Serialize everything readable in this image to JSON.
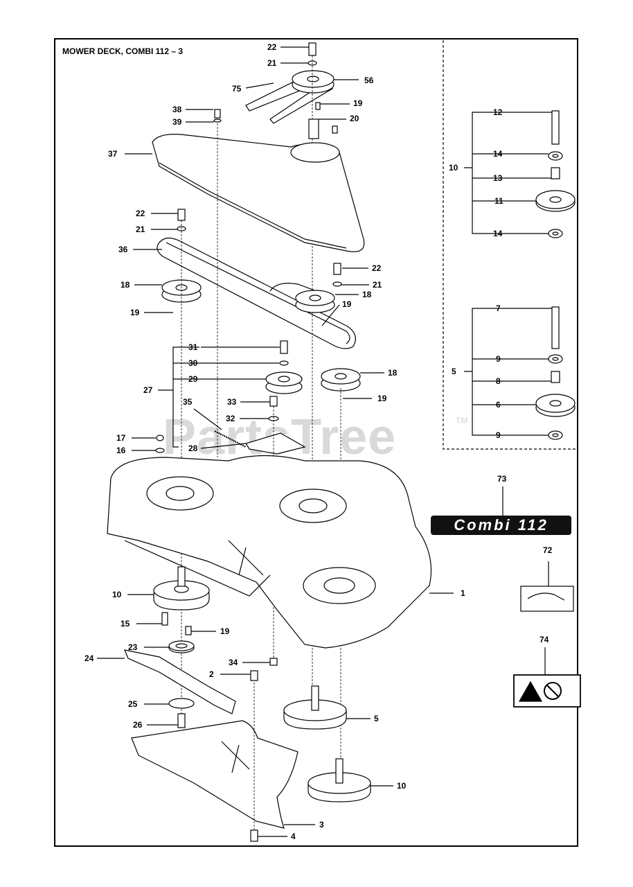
{
  "title": "MOWER DECK, COMBI 112 – 3",
  "watermark": "PartsTree",
  "trademark": "TM",
  "badge_text": "Combi 112",
  "callouts": {
    "c22a": "22",
    "c21a": "21",
    "c75": "75",
    "c56": "56",
    "c19a": "19",
    "c20": "20",
    "c38": "38",
    "c39": "39",
    "c37": "37",
    "c22b": "22",
    "c21b": "21",
    "c36": "36",
    "c22c": "22",
    "c21c": "21",
    "c18a": "18",
    "c18b": "18",
    "c19b": "19",
    "c19c": "19",
    "c31": "31",
    "c30": "30",
    "c29": "29",
    "c27": "27",
    "c18c": "18",
    "c35": "35",
    "c33": "33",
    "c32": "32",
    "c19d": "19",
    "c17": "17",
    "c16": "16",
    "c28": "28",
    "c1": "1",
    "c10a": "10",
    "c15": "15",
    "c19e": "19",
    "c23": "23",
    "c24": "24",
    "c34": "34",
    "c2": "2",
    "c25": "25",
    "c26": "26",
    "c5a": "5",
    "c10b": "10",
    "c3": "3",
    "c4": "4",
    "c12": "12",
    "c14a": "14",
    "c10c": "10",
    "c13": "13",
    "c11": "11",
    "c14b": "14",
    "c7": "7",
    "c9a": "9",
    "c5b": "5",
    "c8": "8",
    "c6": "6",
    "c9b": "9",
    "c73": "73",
    "c72": "72",
    "c74": "74"
  }
}
